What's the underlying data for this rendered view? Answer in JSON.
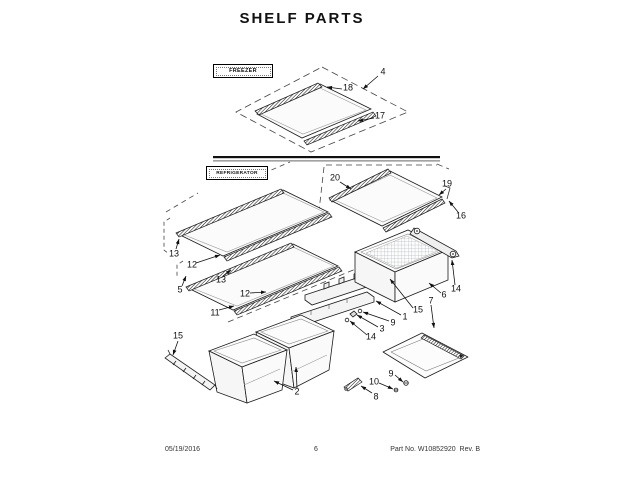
{
  "title": "SHELF PARTS",
  "section_labels": {
    "freezer": "FREEZER",
    "refrigerator": "REFRIGERATOR"
  },
  "footer": {
    "date": "05/19/2016",
    "page_number": "6",
    "part_line": "Part No. W10852920  Rev. B"
  },
  "colors": {
    "line": "#1b1b1b",
    "background": "#ffffff"
  },
  "callouts": [
    {
      "label": "4"
    },
    {
      "label": "18"
    },
    {
      "label": "17"
    },
    {
      "label": "20"
    },
    {
      "label": "19"
    },
    {
      "label": "16"
    },
    {
      "label": "13"
    },
    {
      "label": "12"
    },
    {
      "label": "5"
    },
    {
      "label": "13"
    },
    {
      "label": "12"
    },
    {
      "label": "11"
    },
    {
      "label": "15"
    },
    {
      "label": "2"
    },
    {
      "label": "6"
    },
    {
      "label": "14"
    },
    {
      "label": "15"
    },
    {
      "label": "1"
    },
    {
      "label": "9"
    },
    {
      "label": "3"
    },
    {
      "label": "14"
    },
    {
      "label": "7"
    },
    {
      "label": "9"
    },
    {
      "label": "10"
    },
    {
      "label": "8"
    }
  ]
}
